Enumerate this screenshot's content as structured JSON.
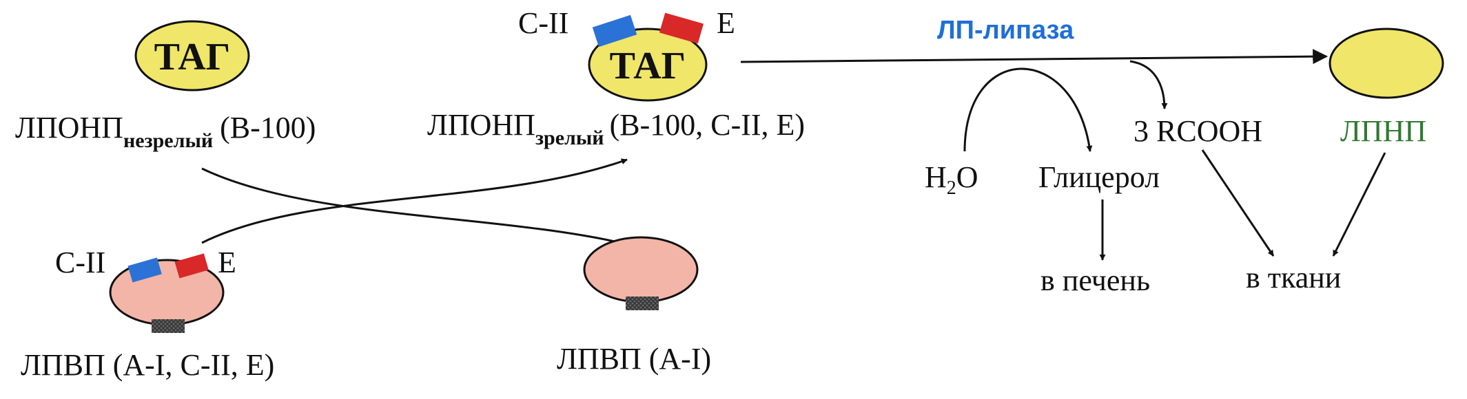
{
  "colors": {
    "tag_fill": "#efe66a",
    "hdl_fill": "#f2b5a8",
    "apo_c2": "#2b72d6",
    "apo_e": "#d82828",
    "apo_a1": "#555555",
    "enzyme": "#1f6fd8",
    "ldl": "#2f7a2f",
    "line": "#111111"
  },
  "vldl_immature": {
    "core": "ТАГ",
    "name": "ЛПОНП",
    "subscript": "незрелый",
    "apo": "(B-100)"
  },
  "vldl_mature": {
    "core": "ТАГ",
    "apo_c2": "C-II",
    "apo_e": "E",
    "name": "ЛПОНП",
    "subscript": "зрелый",
    "apo": "(B-100, C-II, E)"
  },
  "hdl_donor": {
    "apo_c2": "C-II",
    "apo_e": "E",
    "label": "ЛПВП (A-I, C-II, E)"
  },
  "hdl_acceptor": {
    "label": "ЛПВП (A-I)"
  },
  "enzyme": "ЛП-липаза",
  "water": {
    "h": "H",
    "two": "2",
    "o": "O"
  },
  "glycerol": "Глицерол",
  "fatty_acids": "3 RCOOH",
  "ldl": "ЛПНП",
  "to_liver": "в печень",
  "to_tissues": "в ткани"
}
